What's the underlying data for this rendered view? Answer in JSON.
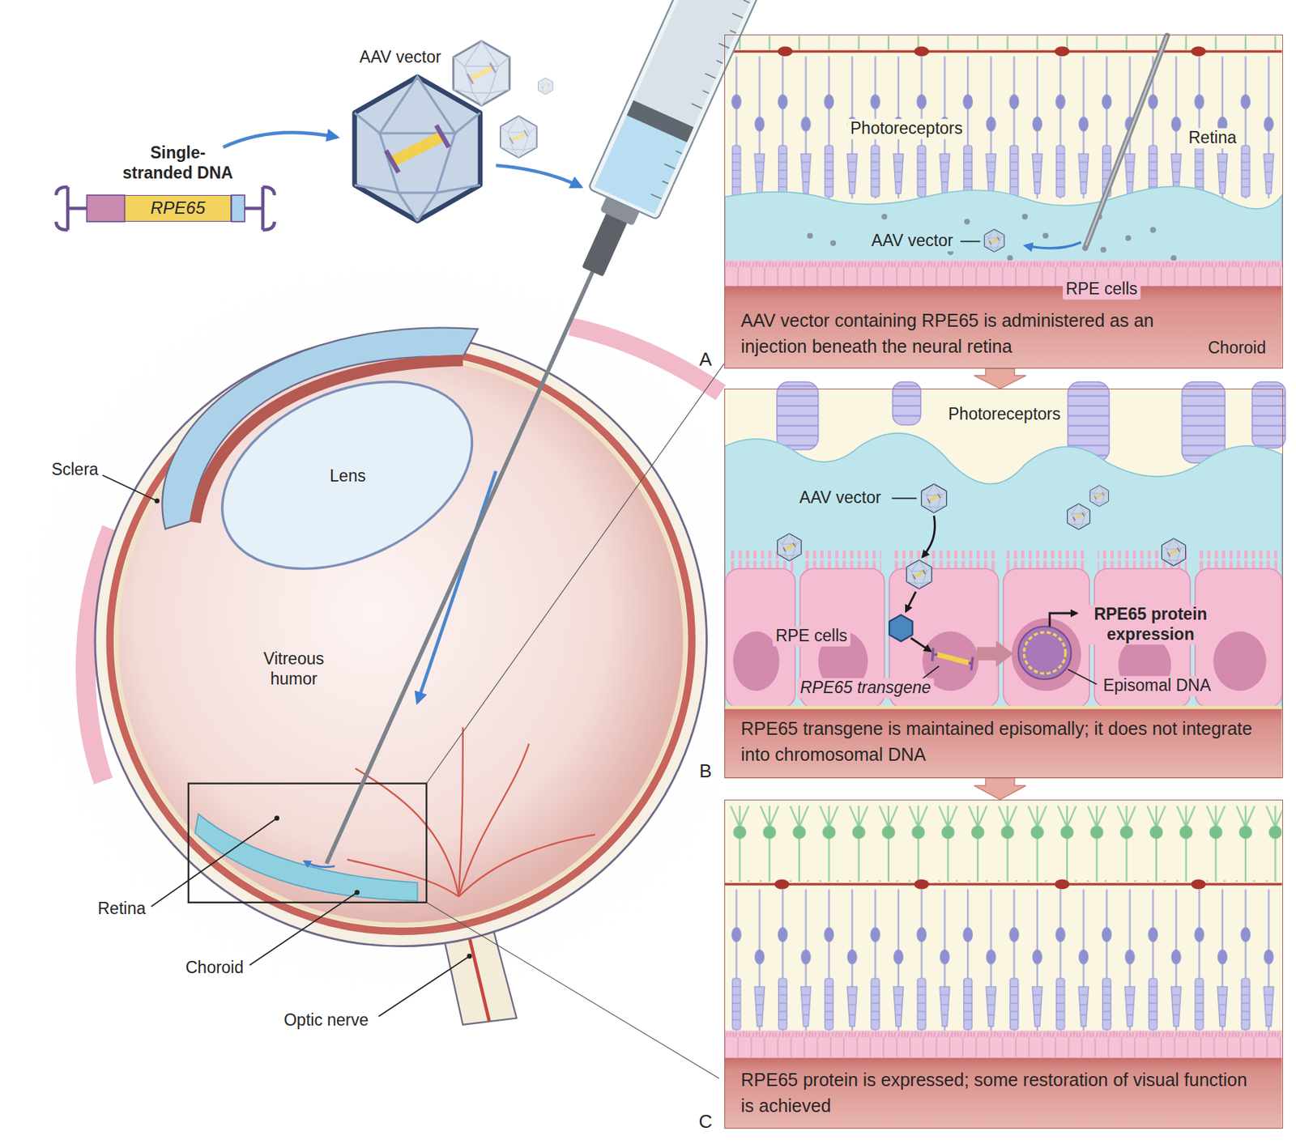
{
  "diagram": {
    "nodes": [
      {
        "text": [
          "RPE65"
        ]
      },
      {
        "text": [
          "AAV vector containing RPE65 is administered as an injection beneath the neural retina",
          "A"
        ]
      },
      {
        "text": [
          "RPE65 transgene is maintained episomally; it does not integrate into chromosomal DNA",
          "B"
        ]
      },
      {
        "text": [
          "RPE65 protein is expressed; some restoration of visual function is achieved",
          "C"
        ]
      }
    ],
    "edges": [
      {
        "from": 1,
        "to": 2,
        "arrow": "to"
      },
      {
        "from": 2,
        "to": 3,
        "arrow": "to"
      }
    ],
    "labels": [
      "Single-stranded DNA",
      "AAV vector",
      "Lens",
      "Vitreous humor",
      "Sclera",
      "Retina",
      "Choroid",
      "Optic nerve",
      "Photoreceptors",
      "Retina",
      "AAV vector",
      "RPE cells",
      "Choroid",
      "Photoreceptors",
      "AAV vector",
      "RPE cells",
      "RPE65 transgene",
      "RPE65 protein expression",
      "Episomal DNA"
    ]
  }
}
